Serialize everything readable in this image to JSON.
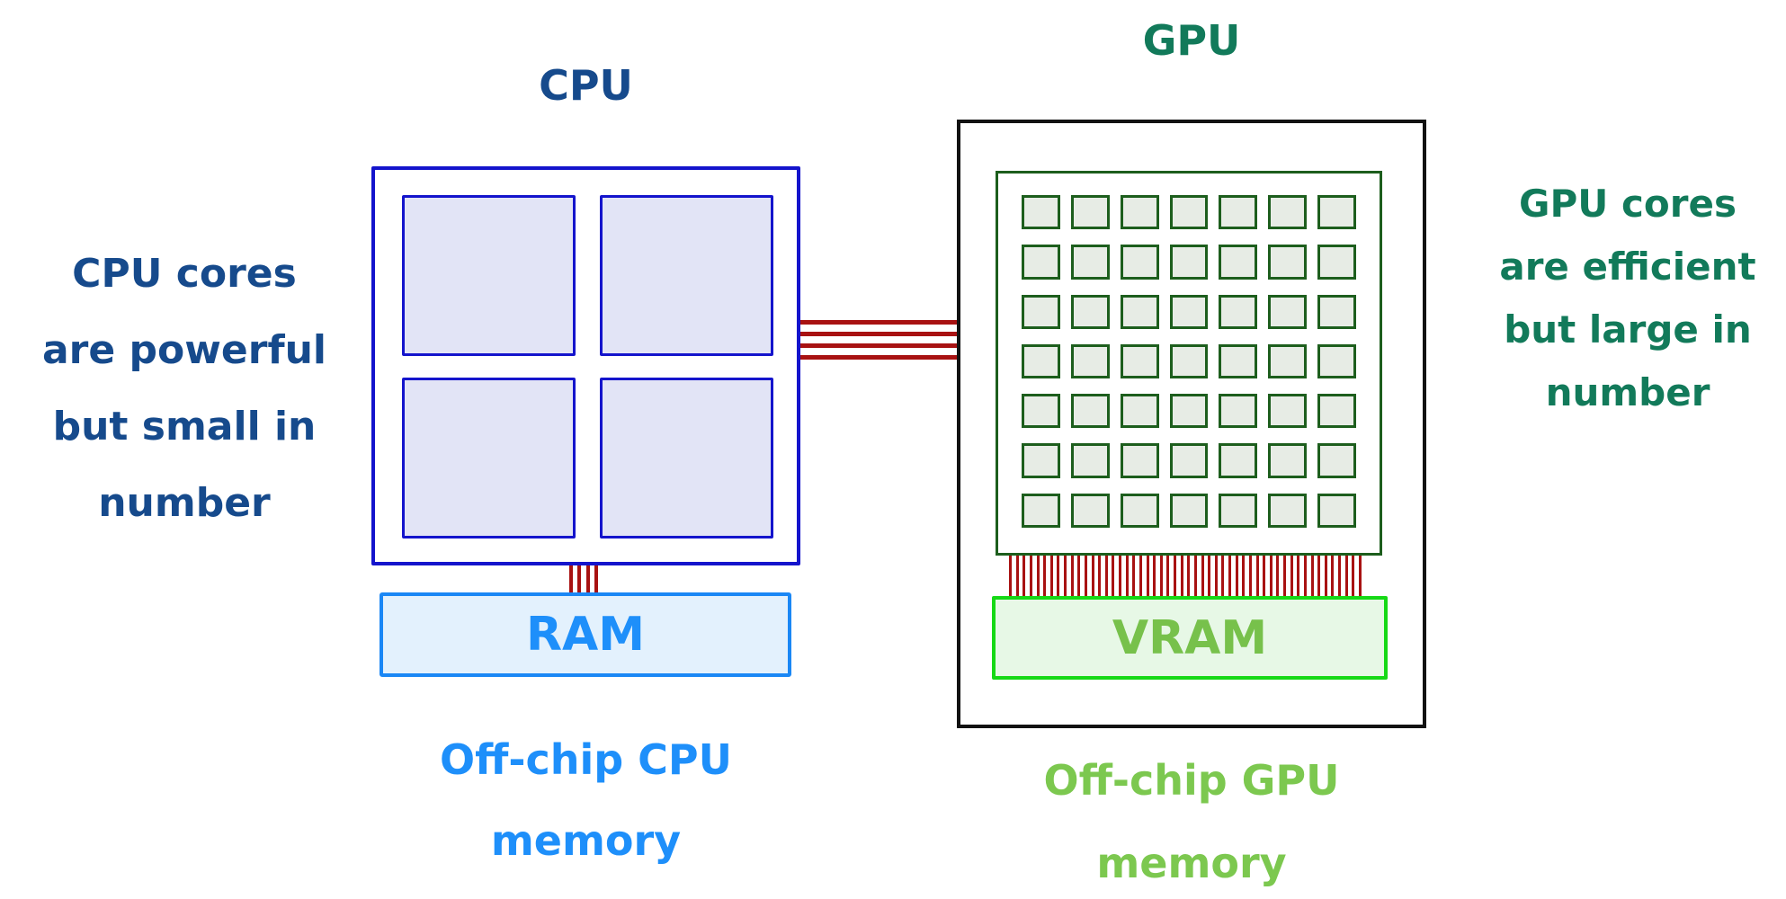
{
  "colors": {
    "navy": "#164a8c",
    "cpu_border": "#1414cc",
    "cpu_core_fill": "#e2e4f6",
    "ram_border": "#1a87f5",
    "ram_fill": "#e3f1fd",
    "ram_text": "#1e8ffa",
    "gpu_teal": "#127a5a",
    "gpu_outer_border": "#121212",
    "gpu_border_dark": "#1d5e1d",
    "gpu_core_fill": "#e7ece5",
    "vram_border": "#16d916",
    "vram_fill": "#e7f8e6",
    "vram_text": "#77c14b",
    "gpu_caption": "#7cc84f",
    "bus_red": "#a81212"
  },
  "cpu": {
    "title": "CPU",
    "annotation": [
      "CPU cores",
      "are powerful",
      "but small in",
      "number"
    ],
    "core_count": 4,
    "memory": {
      "label": "RAM",
      "caption_line1": "Off-chip CPU",
      "caption_line2": "memory"
    }
  },
  "gpu": {
    "title": "GPU",
    "annotation": [
      "GPU cores",
      "are efficient",
      "but large in",
      "number"
    ],
    "core_grid": {
      "rows": 7,
      "cols": 7
    },
    "memory": {
      "label": "VRAM",
      "caption_line1": "Off-chip GPU",
      "caption_line2": "memory"
    }
  },
  "buses": {
    "cpu_gpu_lines": 4,
    "cpu_ram_lines": 4,
    "gpu_vram_lines": 52
  }
}
